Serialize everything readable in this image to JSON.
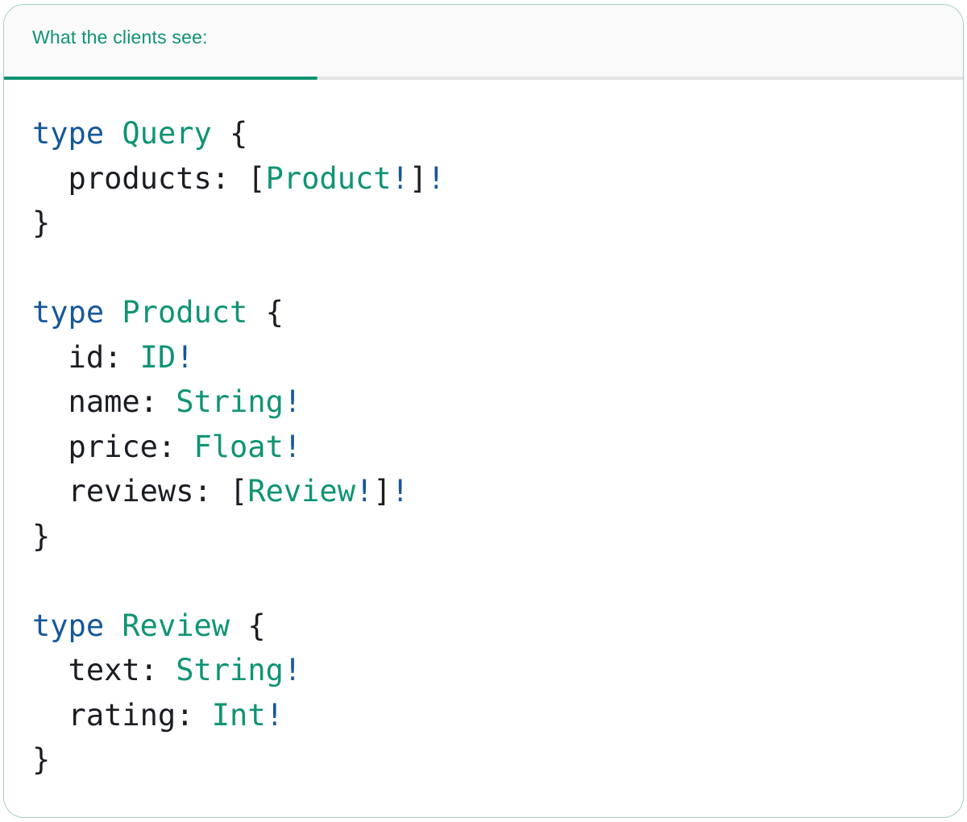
{
  "tab": {
    "label": "What the clients see:",
    "active": true
  },
  "theme": {
    "accent_teal": "#0f9273",
    "type_teal": "#0f9474",
    "keyword_blue": "#16589a",
    "bang_blue": "#16589a",
    "text_dark": "#1a1d22",
    "divider_gray": "#e4e4e4",
    "header_bg": "#fafafa",
    "border_green": "#a3d0ba"
  },
  "code": {
    "language": "graphql",
    "lines": [
      {
        "tokens": [
          {
            "c": "kw",
            "s": "type"
          },
          {
            "c": "pl",
            "s": " "
          },
          {
            "c": "ty",
            "s": "Query"
          },
          {
            "c": "pl",
            "s": " {"
          }
        ]
      },
      {
        "tokens": [
          {
            "c": "pl",
            "s": "  products: ["
          },
          {
            "c": "ty",
            "s": "Product"
          },
          {
            "c": "bang",
            "s": "!"
          },
          {
            "c": "pl",
            "s": "]"
          },
          {
            "c": "bang",
            "s": "!"
          }
        ]
      },
      {
        "tokens": [
          {
            "c": "pl",
            "s": "}"
          }
        ]
      },
      {
        "tokens": []
      },
      {
        "tokens": [
          {
            "c": "kw",
            "s": "type"
          },
          {
            "c": "pl",
            "s": " "
          },
          {
            "c": "ty",
            "s": "Product"
          },
          {
            "c": "pl",
            "s": " {"
          }
        ]
      },
      {
        "tokens": [
          {
            "c": "pl",
            "s": "  id: "
          },
          {
            "c": "ty",
            "s": "ID"
          },
          {
            "c": "bang",
            "s": "!"
          }
        ]
      },
      {
        "tokens": [
          {
            "c": "pl",
            "s": "  name: "
          },
          {
            "c": "ty",
            "s": "String"
          },
          {
            "c": "bang",
            "s": "!"
          }
        ]
      },
      {
        "tokens": [
          {
            "c": "pl",
            "s": "  price: "
          },
          {
            "c": "ty",
            "s": "Float"
          },
          {
            "c": "bang",
            "s": "!"
          }
        ]
      },
      {
        "tokens": [
          {
            "c": "pl",
            "s": "  reviews: ["
          },
          {
            "c": "ty",
            "s": "Review"
          },
          {
            "c": "bang",
            "s": "!"
          },
          {
            "c": "pl",
            "s": "]"
          },
          {
            "c": "bang",
            "s": "!"
          }
        ]
      },
      {
        "tokens": [
          {
            "c": "pl",
            "s": "}"
          }
        ]
      },
      {
        "tokens": []
      },
      {
        "tokens": [
          {
            "c": "kw",
            "s": "type"
          },
          {
            "c": "pl",
            "s": " "
          },
          {
            "c": "ty",
            "s": "Review"
          },
          {
            "c": "pl",
            "s": " {"
          }
        ]
      },
      {
        "tokens": [
          {
            "c": "pl",
            "s": "  text: "
          },
          {
            "c": "ty",
            "s": "String"
          },
          {
            "c": "bang",
            "s": "!"
          }
        ]
      },
      {
        "tokens": [
          {
            "c": "pl",
            "s": "  rating: "
          },
          {
            "c": "ty",
            "s": "Int"
          },
          {
            "c": "bang",
            "s": "!"
          }
        ]
      },
      {
        "tokens": [
          {
            "c": "pl",
            "s": "}"
          }
        ]
      }
    ]
  }
}
